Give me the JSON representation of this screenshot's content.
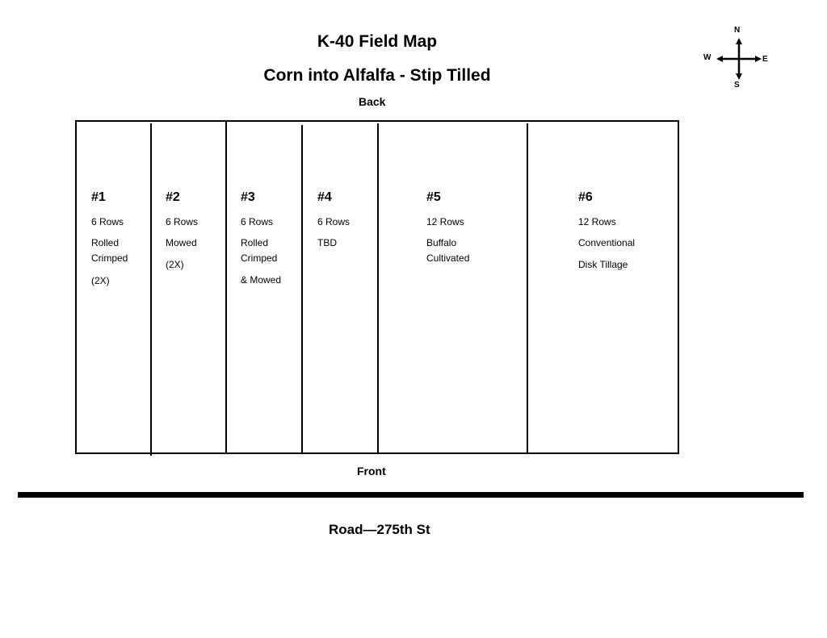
{
  "header": {
    "title": "K-40 Field Map",
    "subtitle": "Corn into Alfalfa - Stip Tilled"
  },
  "compass": {
    "north": "N",
    "south": "S",
    "east": "E",
    "west": "W"
  },
  "field": {
    "back_label": "Back",
    "front_label": "Front",
    "plots": [
      {
        "number": "#1",
        "rows": "6 Rows",
        "lines": [
          "Rolled",
          "Crimped",
          "(2X)"
        ]
      },
      {
        "number": "#2",
        "rows": "6 Rows",
        "lines": [
          "Mowed",
          "(2X)"
        ]
      },
      {
        "number": "#3",
        "rows": "6 Rows",
        "lines": [
          "Rolled",
          "Crimped",
          "& Mowed"
        ]
      },
      {
        "number": "#4",
        "rows": "6 Rows",
        "lines": [
          "TBD"
        ]
      },
      {
        "number": "#5",
        "rows": "12 Rows",
        "lines": [
          "Buffalo",
          "Cultivated"
        ]
      },
      {
        "number": "#6",
        "rows": "12 Rows",
        "lines": [
          "Conventional",
          "Disk Tillage"
        ]
      }
    ]
  },
  "road": {
    "label": "Road—275th St"
  }
}
